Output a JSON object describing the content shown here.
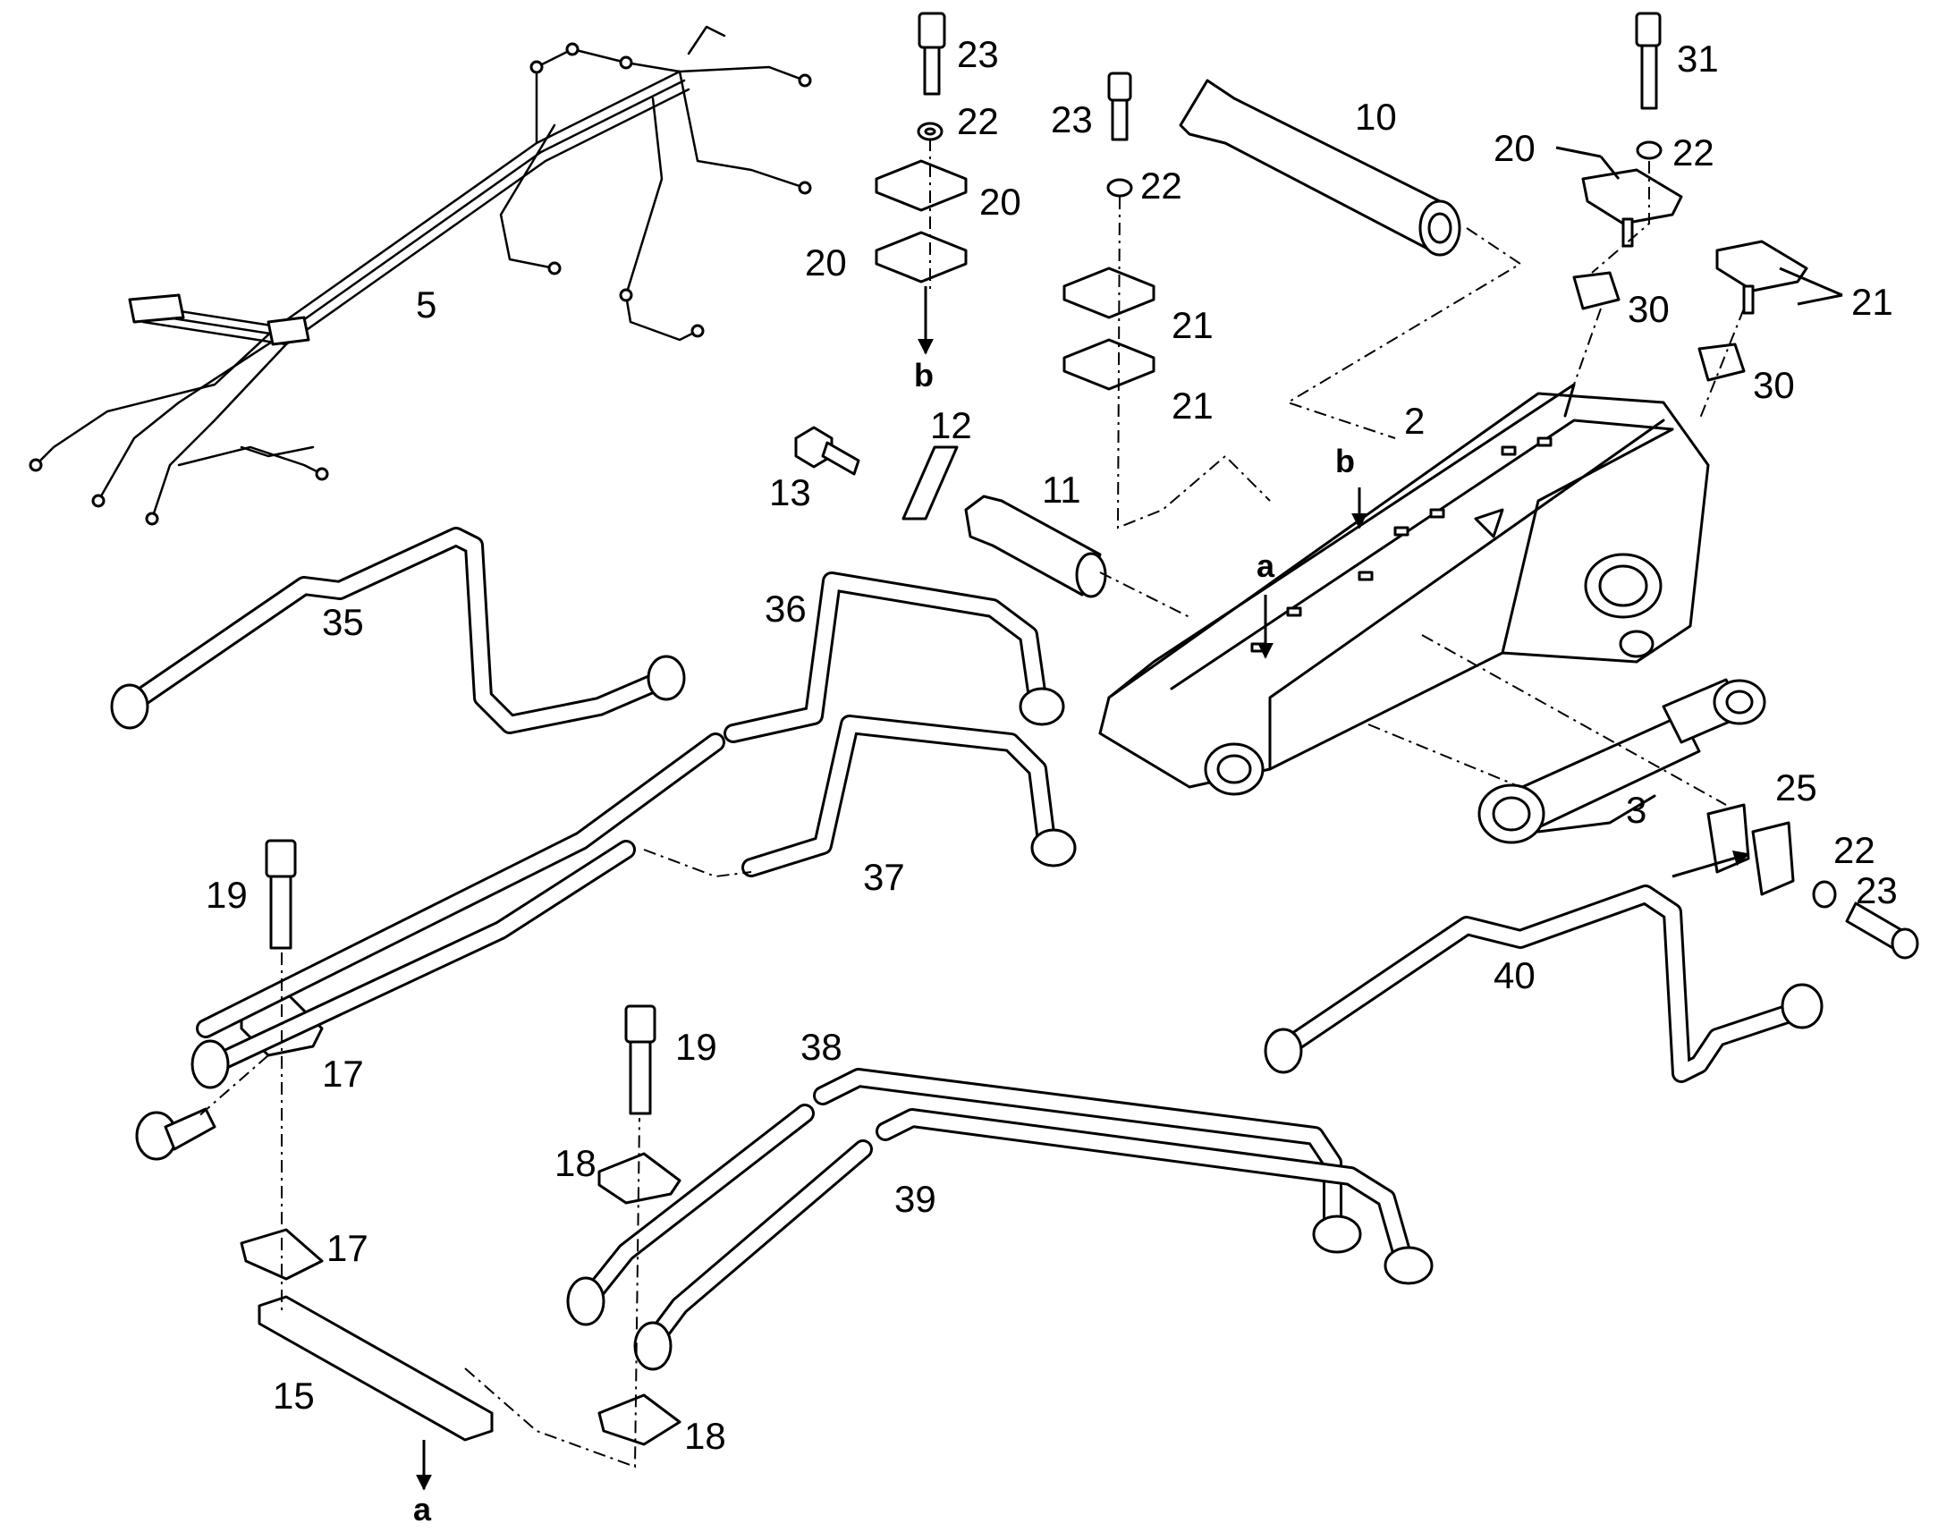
{
  "diagram": {
    "callouts": {
      "c2": "2",
      "c3": "3",
      "c5": "5",
      "c10": "10",
      "c11": "11",
      "c12": "12",
      "c13": "13",
      "c15": "15",
      "c17a": "17",
      "c17b": "17",
      "c18a": "18",
      "c18b": "18",
      "c19a": "19",
      "c19b": "19",
      "c20a": "20",
      "c20b": "20",
      "c20c": "20",
      "c21a": "21",
      "c21b": "21",
      "c21c": "21",
      "c22a": "22",
      "c22b": "22",
      "c22c": "22",
      "c22d": "22",
      "c23a": "23",
      "c23b": "23",
      "c23c": "23",
      "c25": "25",
      "c30a": "30",
      "c30b": "30",
      "c31": "31",
      "c35": "35",
      "c36": "36",
      "c37": "37",
      "c38": "38",
      "c39": "39",
      "c40": "40"
    },
    "references": {
      "a_top": "a",
      "a_bottom": "a",
      "b_top": "b",
      "b_bottom": "b"
    }
  }
}
